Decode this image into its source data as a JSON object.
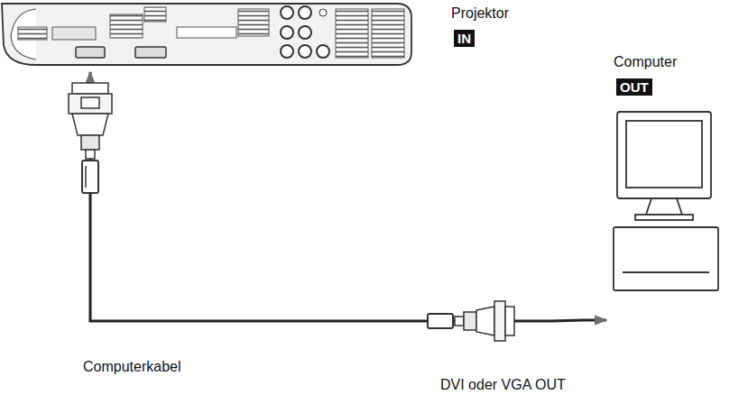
{
  "diagram": {
    "nodes": [
      {
        "text": [
          "Projektor",
          "IN"
        ]
      },
      {
        "text": [
          "Computer",
          "OUT"
        ]
      }
    ],
    "edges": [
      {
        "from": 1,
        "to": 0,
        "arrow": "both"
      }
    ],
    "labels": [
      "Computerkabel",
      "DVI oder VGA OUT"
    ]
  }
}
